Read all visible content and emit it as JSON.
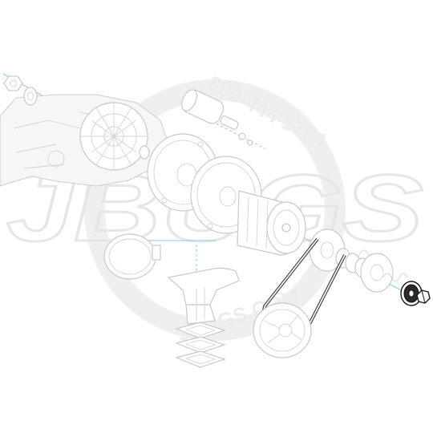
{
  "watermark": {
    "brand": "JBUGS",
    "phone": "800-444-1784",
    "site": "JBUGS.COM",
    "color": "#ececec"
  },
  "diagram": {
    "axis_color": "#7fd3ea",
    "part_stroke": "#c9c9c9",
    "highlight_color": "#1a1a1a",
    "highlighted_part": "pulley-nut-assembly"
  }
}
